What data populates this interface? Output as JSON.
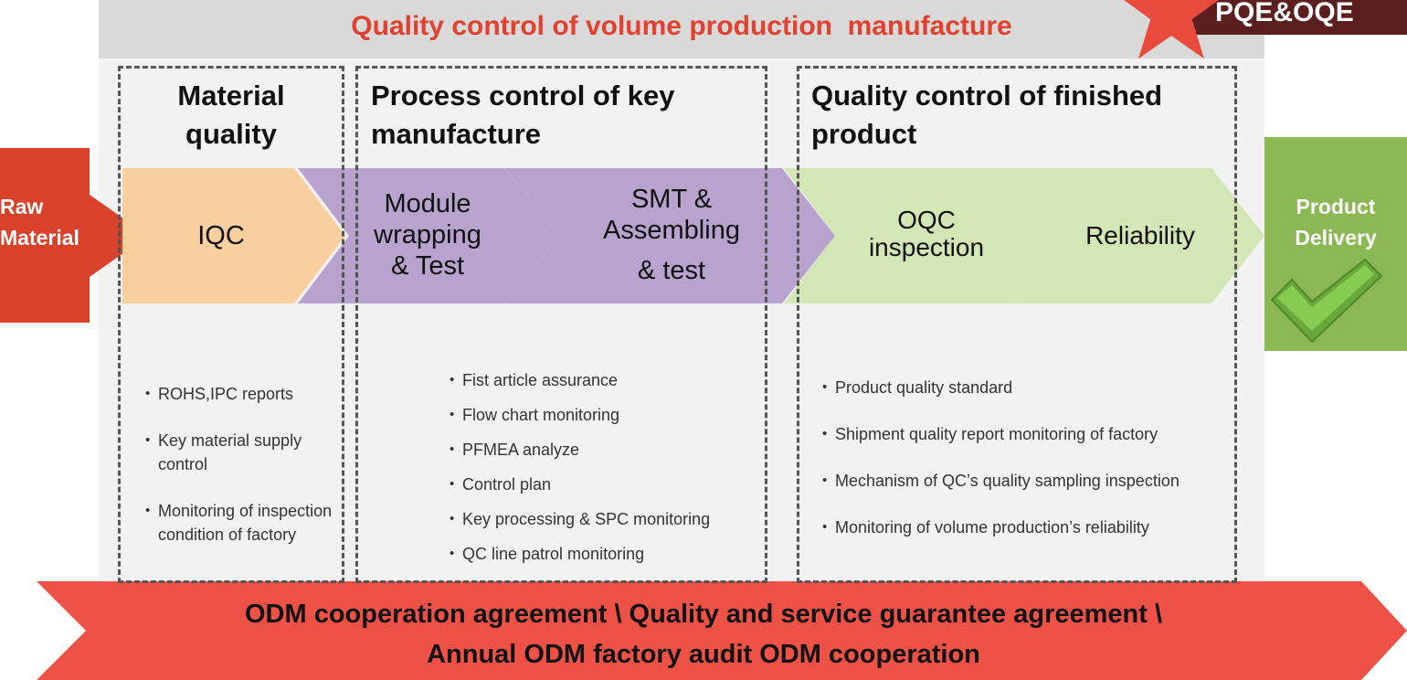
{
  "header": {
    "title": "Quality control of volume production  manufacture",
    "badge": "PQE&OQE",
    "title_color": "#e2412f"
  },
  "left_arrow": {
    "line1": "Raw",
    "line2": "Material",
    "color": "#d9412b"
  },
  "right_box": {
    "line1": "Product",
    "line2": "Delivery",
    "color": "#8cb755",
    "icon": "checkmark-icon"
  },
  "sections": {
    "material": {
      "title_line1": "Material",
      "title_line2": "quality",
      "bullets": [
        "ROHS,IPC reports",
        "Key material supply control",
        "Monitoring of inspection condition of factory"
      ]
    },
    "process": {
      "title_line1": "Process control of key",
      "title_line2": "manufacture",
      "bullets": [
        "Fist article assurance",
        "Flow chart monitoring",
        "PFMEA analyze",
        "Control plan",
        "Key processing & SPC monitoring",
        "QC line patrol monitoring"
      ]
    },
    "finished": {
      "title_line1": "Quality control of finished",
      "title_line2": "product",
      "bullets": [
        "Product quality standard",
        "Shipment quality report monitoring of factory",
        "Mechanism of QC’s quality sampling inspection",
        "Monitoring of volume production’s reliability"
      ]
    }
  },
  "steps": {
    "iqc": "IQC",
    "module": {
      "line1": "Module",
      "line2": "wrapping",
      "line3": "& Test"
    },
    "smt": {
      "line1": "SMT &",
      "line2": "Assembling",
      "line3": "& test"
    },
    "oqc": {
      "line1": "OQC",
      "line2": "inspection"
    },
    "reliability": "Reliability"
  },
  "banner": {
    "line1": "ODM cooperation agreement \\ Quality and service guarantee agreement \\",
    "line2": "Annual ODM factory audit ODM cooperation",
    "color": "#ee5246"
  },
  "colors": {
    "iqc": "#f9cfa0",
    "process": "#b8a3cf",
    "finished": "#d3e6b5"
  }
}
